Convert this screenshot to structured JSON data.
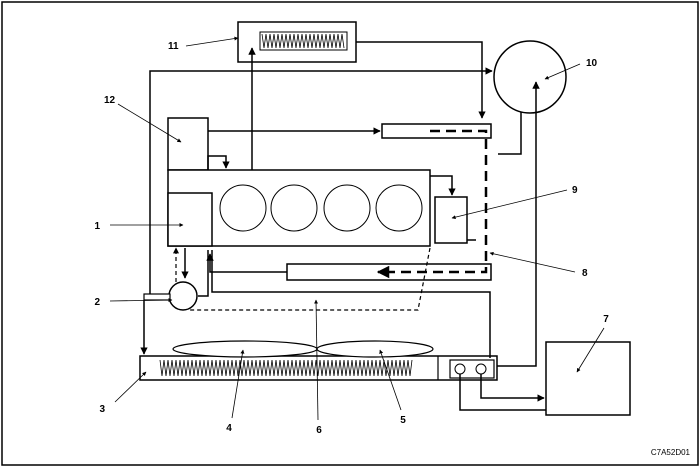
{
  "diagram": {
    "figure_code": "C7A52D01",
    "callouts": [
      "1",
      "2",
      "3",
      "4",
      "5",
      "6",
      "7",
      "8",
      "9",
      "10",
      "11",
      "12"
    ]
  }
}
